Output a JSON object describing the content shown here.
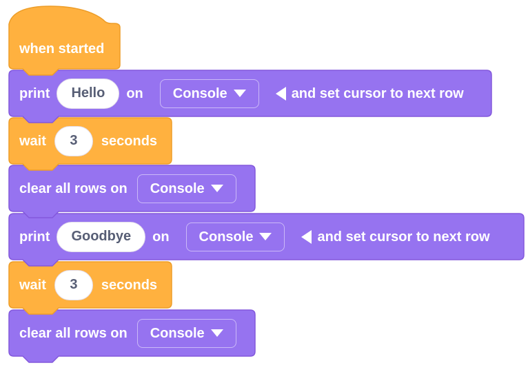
{
  "workspace": {
    "background": "#FFFFFF"
  },
  "colors": {
    "event_block_fill": "#FFB13F",
    "event_block_border": "#ED9D28",
    "display_block_fill": "#9673F0",
    "display_block_border": "#8358DC",
    "block_text": "#FFFFFF",
    "input_text": "#575E75",
    "input_fill": "#FFFFFF"
  },
  "icons": {
    "dropdown_arrow_icon": "▼",
    "collapse_arrow_icon": "◀"
  },
  "script": {
    "hat": {
      "label": "when started"
    },
    "print_hello": {
      "keyword": "print",
      "value": "Hello",
      "connector": "on",
      "target": "Console",
      "suffix": "and set cursor to next row"
    },
    "wait_first": {
      "keyword": "wait",
      "value": "3",
      "unit": "seconds"
    },
    "clear_first": {
      "keyword": "clear all rows on",
      "target": "Console"
    },
    "print_goodbye": {
      "keyword": "print",
      "value": "Goodbye",
      "connector": "on",
      "target": "Console",
      "suffix": "and set cursor to next row"
    },
    "wait_second": {
      "keyword": "wait",
      "value": "3",
      "unit": "seconds"
    },
    "clear_second": {
      "keyword": "clear all rows on",
      "target": "Console"
    }
  }
}
